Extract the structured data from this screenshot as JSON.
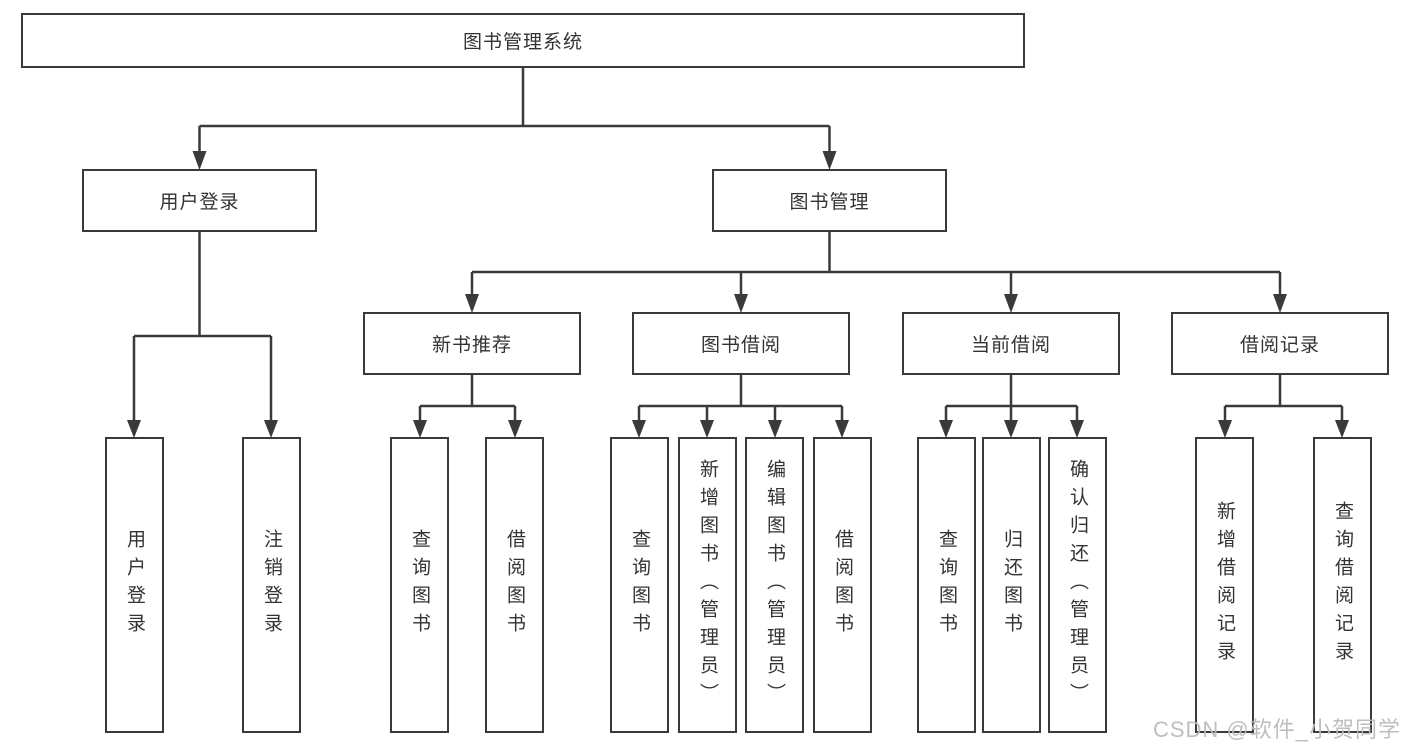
{
  "diagram": {
    "type": "tree",
    "colors": {
      "line": "#3a3a3a",
      "text": "#333333",
      "box_bg": "#ffffff",
      "watermark": "#bbbbbb"
    },
    "tree": {
      "label": "图书管理系统",
      "children": [
        {
          "label": "用户登录",
          "children": [
            {
              "label": "用户登录"
            },
            {
              "label": "注销登录"
            }
          ]
        },
        {
          "label": "图书管理",
          "children": [
            {
              "label": "新书推荐",
              "children": [
                {
                  "label": "查询图书"
                },
                {
                  "label": "借阅图书"
                }
              ]
            },
            {
              "label": "图书借阅",
              "children": [
                {
                  "label": "查询图书"
                },
                {
                  "label": "新增图书（管理员）"
                },
                {
                  "label": "编辑图书（管理员）"
                },
                {
                  "label": "借阅图书"
                }
              ]
            },
            {
              "label": "当前借阅",
              "children": [
                {
                  "label": "查询图书"
                },
                {
                  "label": "归还图书"
                },
                {
                  "label": "确认归还（管理员）"
                }
              ]
            },
            {
              "label": "借阅记录",
              "children": [
                {
                  "label": "新增借阅记录"
                },
                {
                  "label": "查询借阅记录"
                }
              ]
            }
          ]
        }
      ]
    },
    "watermark": "CSDN @软件_小贺同学"
  }
}
